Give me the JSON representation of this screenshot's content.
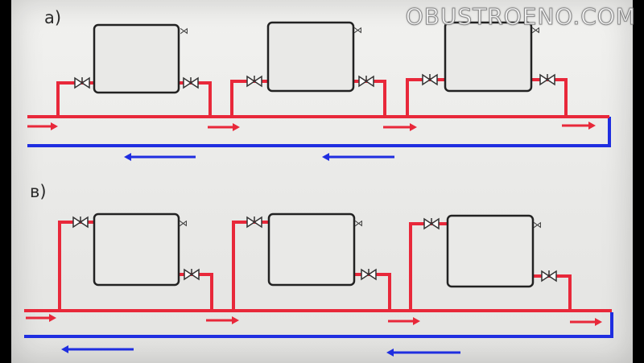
{
  "watermark": "OBUSTROENO.COM",
  "colors": {
    "supply": "#e8283a",
    "return": "#1f2ee0",
    "radiator": "#222222",
    "valve": "#333333"
  },
  "panels": [
    {
      "label": "а)",
      "variant": "bottom-supply-top-return"
    },
    {
      "label": "в)",
      "variant": "top-supply-bottom-return"
    }
  ],
  "icons": [
    "radiator-icon",
    "valve-icon",
    "flow-arrow-icon"
  ]
}
